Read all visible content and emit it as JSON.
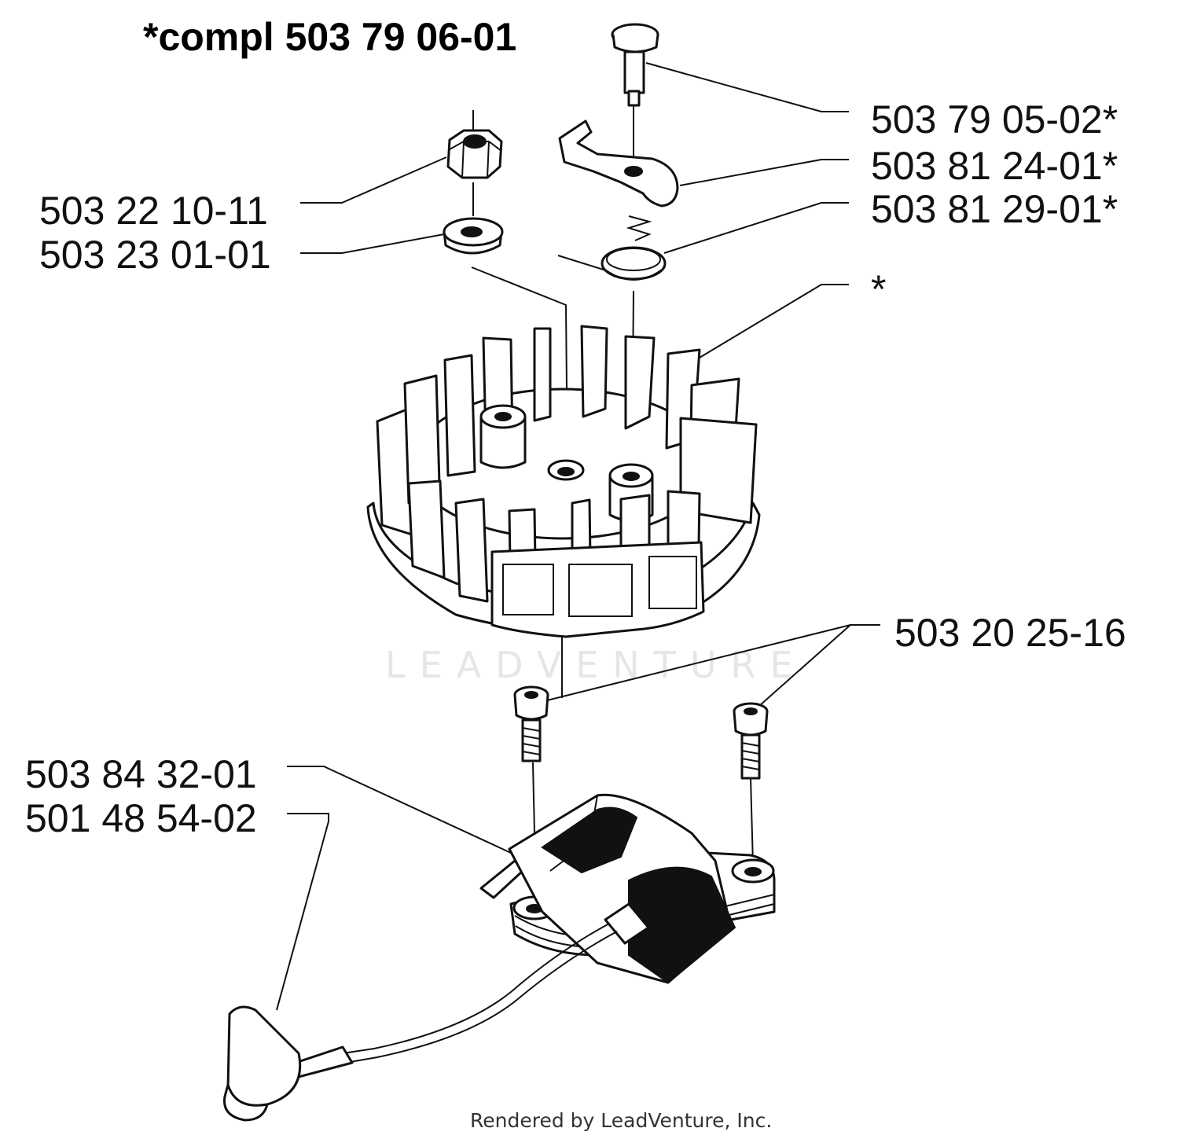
{
  "title": "*compl 503 79 06-01",
  "watermark": "LEADVENTURE",
  "credit": "Rendered by LeadVenture, Inc.",
  "labels": {
    "pin": "503 79 05-02*",
    "pawl": "503 81 24-01*",
    "spring": "503 81 29-01*",
    "flywheel": "*",
    "nut": "503 22 10-11",
    "washer": "503 23 01-01",
    "screws": "503 20 25-16",
    "ignition_module": "503 84 32-01",
    "spark_plug_cap": "501 48 54-02"
  }
}
